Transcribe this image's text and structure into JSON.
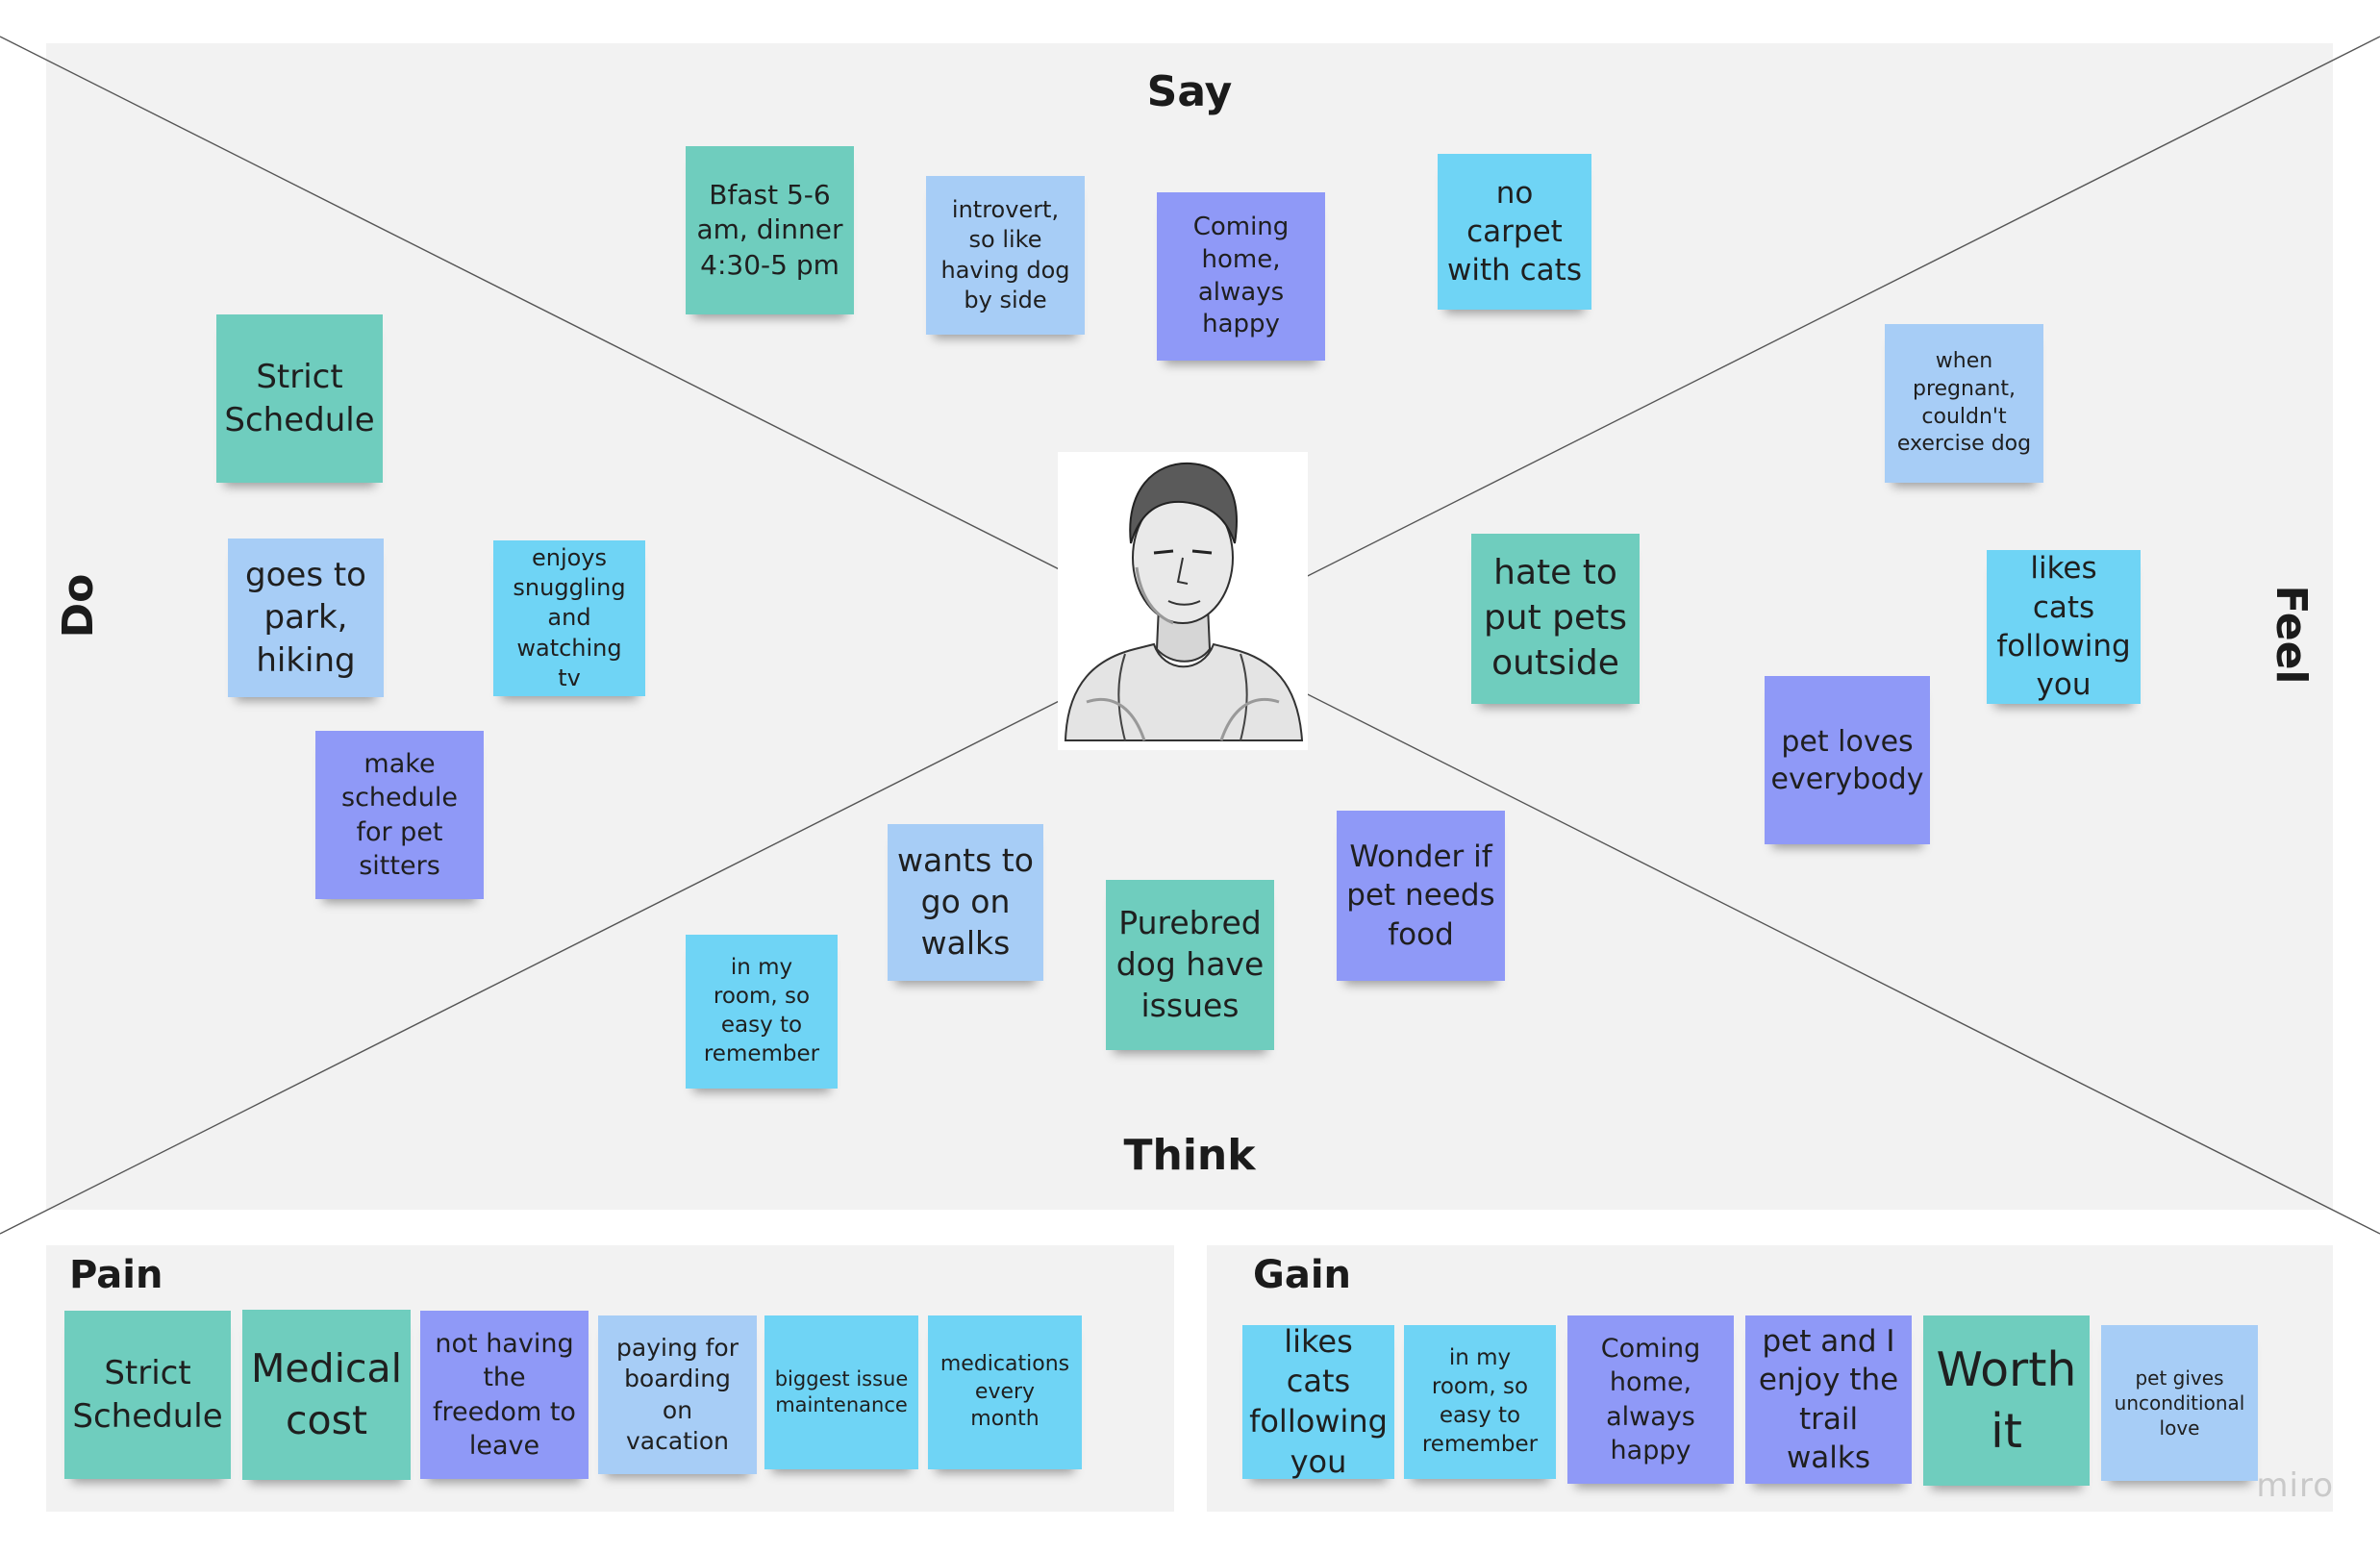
{
  "map": {
    "quadrants": {
      "top": "Say",
      "bottom": "Think",
      "left": "Do",
      "right": "Feel"
    },
    "notes": [
      {
        "id": "say-1",
        "text": "Bfast 5-6 am, dinner 4:30-5 pm",
        "color": "teal"
      },
      {
        "id": "say-2",
        "text": "introvert, so like having dog by side",
        "color": "lightblue"
      },
      {
        "id": "say-3",
        "text": "Coming home, always happy",
        "color": "purple"
      },
      {
        "id": "say-4",
        "text": "no carpet with cats",
        "color": "cyan"
      },
      {
        "id": "do-1",
        "text": "Strict Schedule",
        "color": "teal"
      },
      {
        "id": "do-2",
        "text": "goes to park, hiking",
        "color": "lightblue"
      },
      {
        "id": "do-3",
        "text": "enjoys snuggling and watching tv",
        "color": "cyan"
      },
      {
        "id": "do-4",
        "text": "make schedule for pet sitters",
        "color": "purple"
      },
      {
        "id": "feel-1",
        "text": "when pregnant, couldn't exercise dog",
        "color": "lightblue"
      },
      {
        "id": "feel-2",
        "text": "hate to put pets outside",
        "color": "teal"
      },
      {
        "id": "feel-3",
        "text": "likes cats following you",
        "color": "cyan"
      },
      {
        "id": "feel-4",
        "text": "pet loves everybody",
        "color": "purple"
      },
      {
        "id": "think-1",
        "text": "in my room, so easy to remember",
        "color": "cyan"
      },
      {
        "id": "think-2",
        "text": "wants to go on walks",
        "color": "lightblue"
      },
      {
        "id": "think-3",
        "text": "Purebred dog have issues",
        "color": "teal"
      },
      {
        "id": "think-4",
        "text": "Wonder if pet needs food",
        "color": "purple"
      }
    ]
  },
  "pain": {
    "title": "Pain",
    "notes": [
      {
        "text": "Strict Schedule",
        "color": "teal"
      },
      {
        "text": "Medical cost",
        "color": "teal"
      },
      {
        "text": "not having the freedom to leave",
        "color": "purple"
      },
      {
        "text": "paying for boarding on vacation",
        "color": "lightblue"
      },
      {
        "text": "biggest issue maintenance",
        "color": "cyan"
      },
      {
        "text": "medications every month",
        "color": "cyan"
      }
    ]
  },
  "gain": {
    "title": "Gain",
    "notes": [
      {
        "text": "likes cats following you",
        "color": "cyan"
      },
      {
        "text": "in my room, so easy to remember",
        "color": "cyan"
      },
      {
        "text": "Coming home, always happy",
        "color": "purple"
      },
      {
        "text": "pet and I enjoy the trail walks",
        "color": "purple"
      },
      {
        "text": "Worth it",
        "color": "teal"
      },
      {
        "text": "pet gives unconditional love",
        "color": "lightblue"
      }
    ]
  },
  "watermark": "miro",
  "colors": {
    "teal": "#6fcdbe",
    "lightblue": "#a7cdf6",
    "purple": "#8f99f7",
    "cyan": "#6fd4f5",
    "panel": "#f2f2f2"
  }
}
